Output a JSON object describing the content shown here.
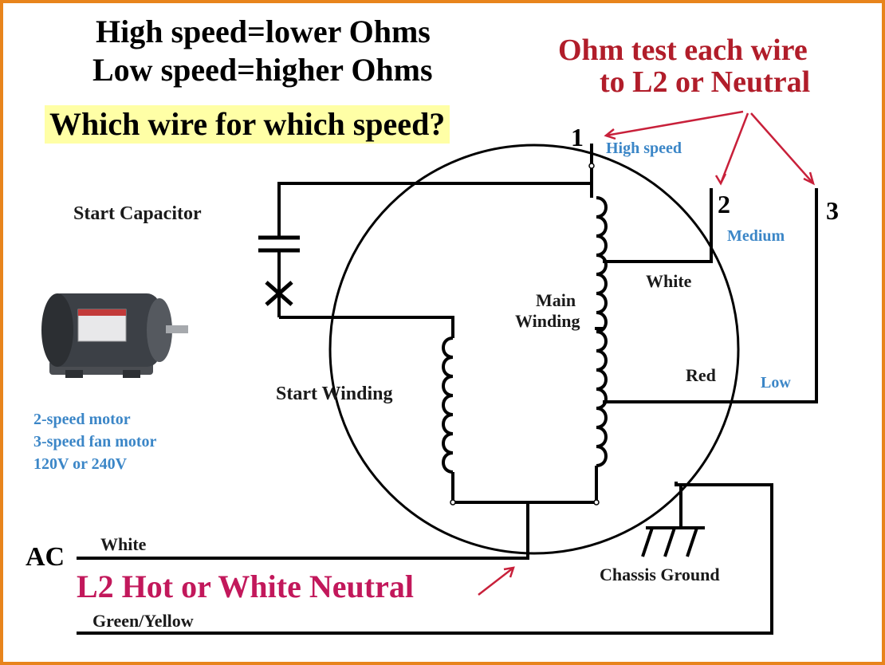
{
  "titles": {
    "line1": "High speed=lower Ohms",
    "line2": "Low speed=higher Ohms",
    "question": "Which wire for which speed?"
  },
  "ohm_test": {
    "line1": "Ohm test each wire",
    "line2": "to L2 or Neutral"
  },
  "terminals": {
    "t1": "1",
    "t2": "2",
    "t3": "3",
    "high": "High speed",
    "medium": "Medium",
    "low": "Low"
  },
  "components": {
    "start_capacitor": "Start Capacitor",
    "main_winding_1": "Main",
    "main_winding_2": "Winding",
    "start_winding": "Start Winding",
    "white_wire": "White",
    "red_wire": "Red",
    "chassis_ground": "Chassis Ground"
  },
  "motor_info": {
    "line1": "2-speed motor",
    "line2": "3-speed fan motor",
    "line3": "120V or 240V"
  },
  "supply": {
    "ac": "AC",
    "white": "White",
    "l2": "L2 Hot or White Neutral",
    "green_yellow": "Green/Yellow"
  },
  "colors": {
    "frame": "#e8841c",
    "title_red": "#b11d2a",
    "arrow_red": "#c2185b",
    "label_blue": "#3b86c7",
    "highlight": "#ffffa6"
  }
}
